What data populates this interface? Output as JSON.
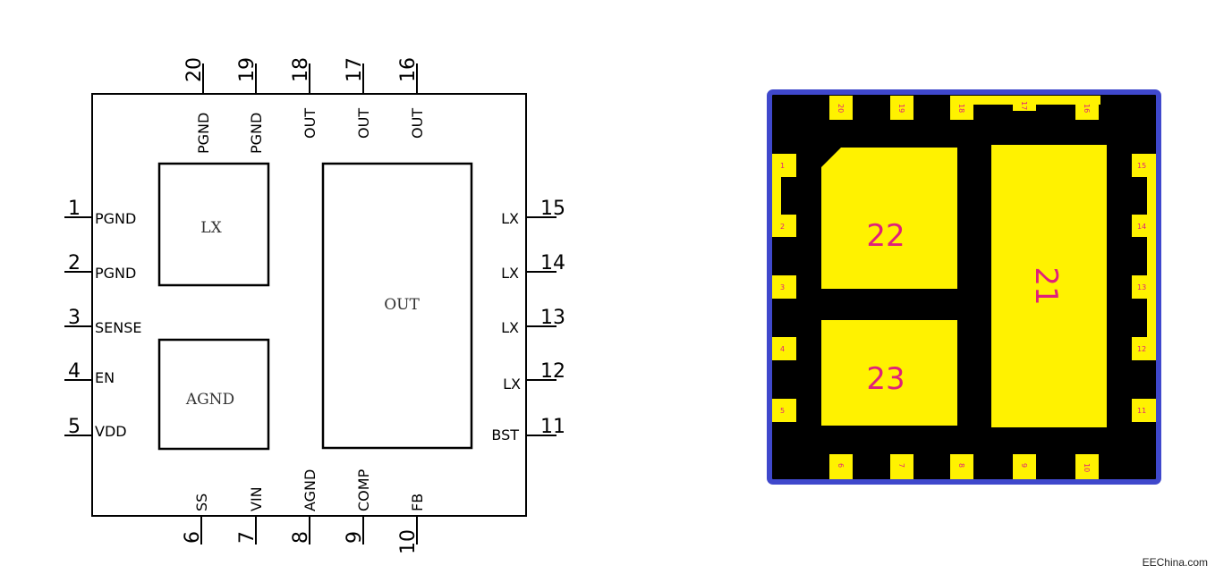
{
  "schematic": {
    "pins": {
      "left": [
        {
          "num": "1",
          "name": "PGND"
        },
        {
          "num": "2",
          "name": "PGND"
        },
        {
          "num": "3",
          "name": "SENSE"
        },
        {
          "num": "4",
          "name": "EN"
        },
        {
          "num": "5",
          "name": "VDD"
        }
      ],
      "bottom": [
        {
          "num": "6",
          "name": "SS"
        },
        {
          "num": "7",
          "name": "VIN"
        },
        {
          "num": "8",
          "name": "AGND"
        },
        {
          "num": "9",
          "name": "COMP"
        },
        {
          "num": "10",
          "name": "FB"
        }
      ],
      "right": [
        {
          "num": "11",
          "name": "BST"
        },
        {
          "num": "12",
          "name": "LX"
        },
        {
          "num": "13",
          "name": "LX"
        },
        {
          "num": "14",
          "name": "LX"
        },
        {
          "num": "15",
          "name": "LX"
        }
      ],
      "top": [
        {
          "num": "16",
          "name": "OUT"
        },
        {
          "num": "17",
          "name": "OUT"
        },
        {
          "num": "18",
          "name": "OUT"
        },
        {
          "num": "19",
          "name": "PGND"
        },
        {
          "num": "20",
          "name": "PGND"
        }
      ]
    },
    "inner_pads": {
      "lx": "LX",
      "agnd": "AGND",
      "out": "OUT"
    }
  },
  "footprint": {
    "colors": {
      "border": "#3f48cc",
      "body": "#000000",
      "pad": "#fff200",
      "pad_text": "#e0207a"
    },
    "top_pads": [
      "20",
      "19",
      "18",
      "17",
      "16"
    ],
    "bottom_pads": [
      "6",
      "7",
      "8",
      "9",
      "10"
    ],
    "left_pads": [
      "1",
      "2",
      "3",
      "4",
      "5"
    ],
    "right_pads": [
      "15",
      "14",
      "13",
      "12",
      "11"
    ],
    "big_pads": {
      "pad21": "21",
      "pad22": "22",
      "pad23": "23"
    }
  },
  "watermark": "EEChina.com"
}
